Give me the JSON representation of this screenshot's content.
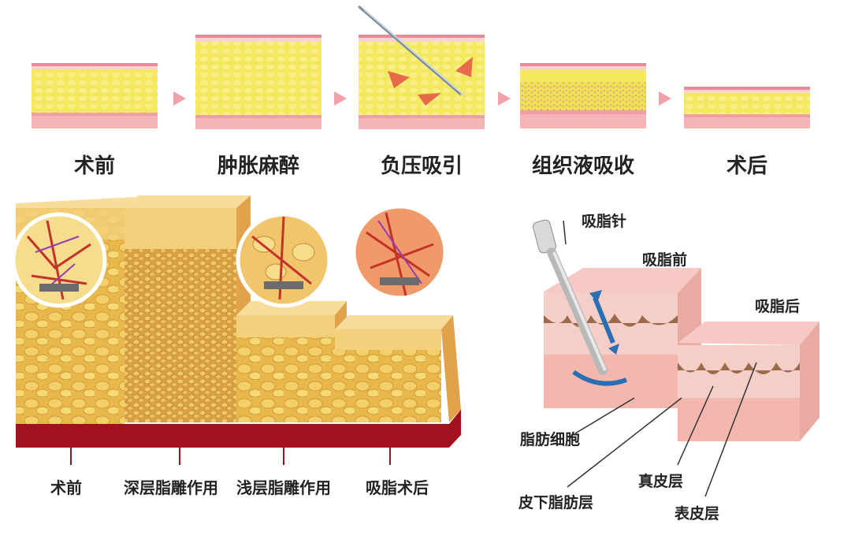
{
  "top_steps": [
    {
      "label": "术前"
    },
    {
      "label": "肿胀麻醉"
    },
    {
      "label": "负压吸引"
    },
    {
      "label": "组织液吸收"
    },
    {
      "label": "术后"
    }
  ],
  "bottom_left_labels": [
    "术前",
    "深层脂雕作用",
    "浅层脂雕作用",
    "吸脂术后"
  ],
  "right_labels": {
    "needle": "吸脂针",
    "before": "吸脂前",
    "after": "吸脂后",
    "fat_cells": "脂肪细胞",
    "subcutaneous": "皮下脂肪层",
    "dermis": "真皮层",
    "epidermis": "表皮层"
  },
  "colors": {
    "fat": "#f3e65a",
    "skin_pink": "#f0a3a8",
    "arrow": "#f2a1a8",
    "muscle": "#a01220"
  }
}
